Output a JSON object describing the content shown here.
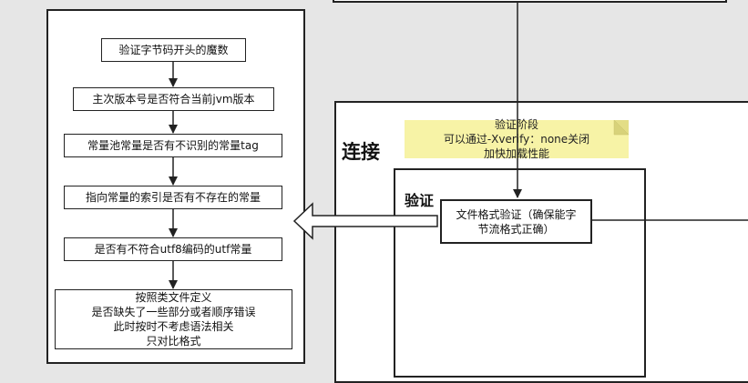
{
  "left_flow": {
    "steps": [
      "验证字节码开头的魔数",
      "主次版本号是否符合当前jvm版本",
      "常量池常量是否有不识别的常量tag",
      "指向常量的索引是否有不存在的常量",
      "是否有不符合utf8编码的utf常量",
      "按照类文件定义\n是否缺失了一些部分或者顺序错误\n此时按时不考虑语法相关\n只对比格式"
    ]
  },
  "right": {
    "connect_label": "连接",
    "verify_label": "验证",
    "note_text": "验证阶段\n可以通过-Xverify：none关闭\n加快加载性能",
    "file_format_box": "文件格式验证（确保能字\n节流格式正确）"
  },
  "colors": {
    "note_bg": "#f7f3a6",
    "stroke": "#222222",
    "canvas_bg": "#e6e6e6"
  }
}
